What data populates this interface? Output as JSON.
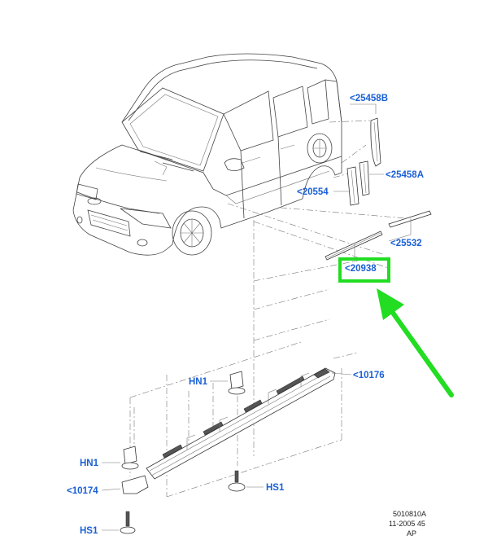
{
  "callouts": {
    "c_25458B": "<25458B",
    "c_25458A": "<25458A",
    "c_20554": "<20554",
    "c_25532": "<25532",
    "c_20938": "<20938",
    "c_10176": "<10176",
    "c_HN1_top": "HN1",
    "c_HN1_left": "HN1",
    "c_10174": "<10174",
    "c_HS1_right": "HS1",
    "c_HS1_bottom": "HS1"
  },
  "reference": {
    "line1": "5010810A",
    "line2": "11-2005 45",
    "line3": "AP"
  },
  "colors": {
    "callout_text": "#1a5fd6",
    "highlight_box": "#22dd22",
    "highlight_arrow": "#22dd22"
  },
  "highlight": {
    "target": "<20938"
  }
}
